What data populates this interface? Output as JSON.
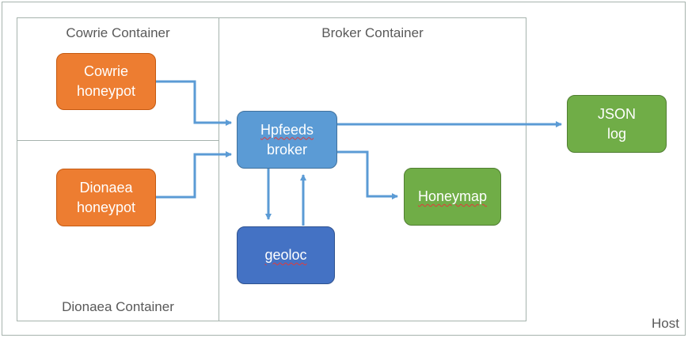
{
  "containers": {
    "host": "Host",
    "cowrie": "Cowrie Container",
    "dionaea": "Dionaea Container",
    "broker": "Broker Container"
  },
  "nodes": {
    "cowrie": {
      "line1": "Cowrie",
      "line2": "honeypot"
    },
    "dionaea": {
      "line1": "Dionaea",
      "line2": "honeypot"
    },
    "hpfeeds": {
      "line1": "Hpfeeds",
      "line2": "broker"
    },
    "geoloc": {
      "line1": "geoloc"
    },
    "honeymap": {
      "line1": "Honeymap"
    },
    "json_log": {
      "line1": "JSON",
      "line2": "log"
    }
  },
  "colors": {
    "honeypot": "#ed7d31",
    "broker": "#5b9bd5",
    "geoloc": "#4472c4",
    "output": "#70ad47",
    "arrow": "#5b9bd5",
    "frame": "#a6b3ad",
    "label": "#595959"
  }
}
